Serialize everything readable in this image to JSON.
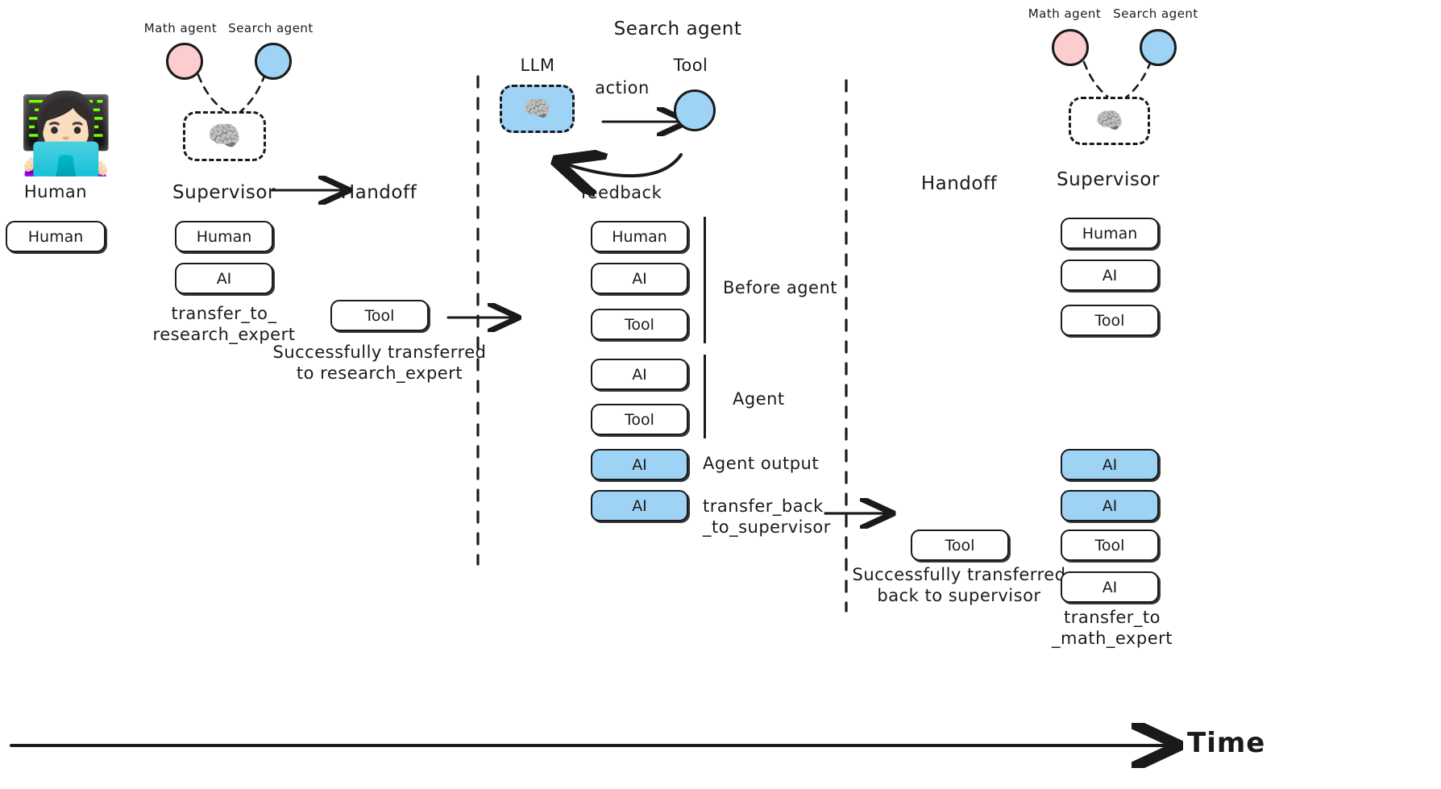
{
  "diagram": {
    "title_time_axis": "Time",
    "colors": {
      "ai_highlight": "#9ED3F5",
      "math_agent": "#FBCDCE",
      "search_agent": "#9ED3F5",
      "stroke": "#1A1A1A",
      "background": "#FFFFFF"
    }
  },
  "left_column": {
    "person_icon": "woman-technologist-icon",
    "caption": "Human",
    "messages": [
      {
        "label": "Human",
        "highlighted": false
      }
    ]
  },
  "supervisor_left": {
    "math_agent_label": "Math agent",
    "search_agent_label": "Search agent",
    "supervisor_label": "Supervisor",
    "handoff_label": "Handoff",
    "brain_icon": "brain-icon",
    "messages": [
      {
        "label": "Human",
        "highlighted": false
      },
      {
        "label": "AI",
        "highlighted": false
      }
    ],
    "message_caption": "transfer_to_\nresearch_expert",
    "tool_message": {
      "label": "Tool",
      "highlighted": false
    },
    "tool_caption": "Successfully transferred\nto research_expert"
  },
  "search_agent_panel": {
    "title": "Search agent",
    "llm_label": "LLM",
    "tool_label": "Tool",
    "action_label": "action",
    "feedback_label": "feedback",
    "brain_icon": "brain-icon",
    "messages": [
      {
        "label": "Human",
        "highlighted": false
      },
      {
        "label": "AI",
        "highlighted": false
      },
      {
        "label": "Tool",
        "highlighted": false
      },
      {
        "label": "AI",
        "highlighted": false
      },
      {
        "label": "Tool",
        "highlighted": false
      },
      {
        "label": "AI",
        "highlighted": true
      },
      {
        "label": "AI",
        "highlighted": true
      }
    ],
    "group_labels": {
      "before_agent": "Before agent",
      "agent": "Agent",
      "agent_output": "Agent output",
      "transfer_back": "transfer_back\n_to_supervisor"
    }
  },
  "handoff_right": {
    "handoff_label": "Handoff",
    "tool_message": {
      "label": "Tool",
      "highlighted": false
    },
    "tool_caption": "Successfully transferred\nback to supervisor"
  },
  "supervisor_right": {
    "math_agent_label": "Math agent",
    "search_agent_label": "Search agent",
    "supervisor_label": "Supervisor",
    "brain_icon": "brain-icon",
    "messages": [
      {
        "label": "Human",
        "highlighted": false
      },
      {
        "label": "AI",
        "highlighted": false
      },
      {
        "label": "Tool",
        "highlighted": false
      },
      {
        "label": "AI",
        "highlighted": true
      },
      {
        "label": "AI",
        "highlighted": true
      },
      {
        "label": "Tool",
        "highlighted": false
      },
      {
        "label": "AI",
        "highlighted": false
      }
    ],
    "message_caption": "transfer_to\n_math_expert"
  }
}
